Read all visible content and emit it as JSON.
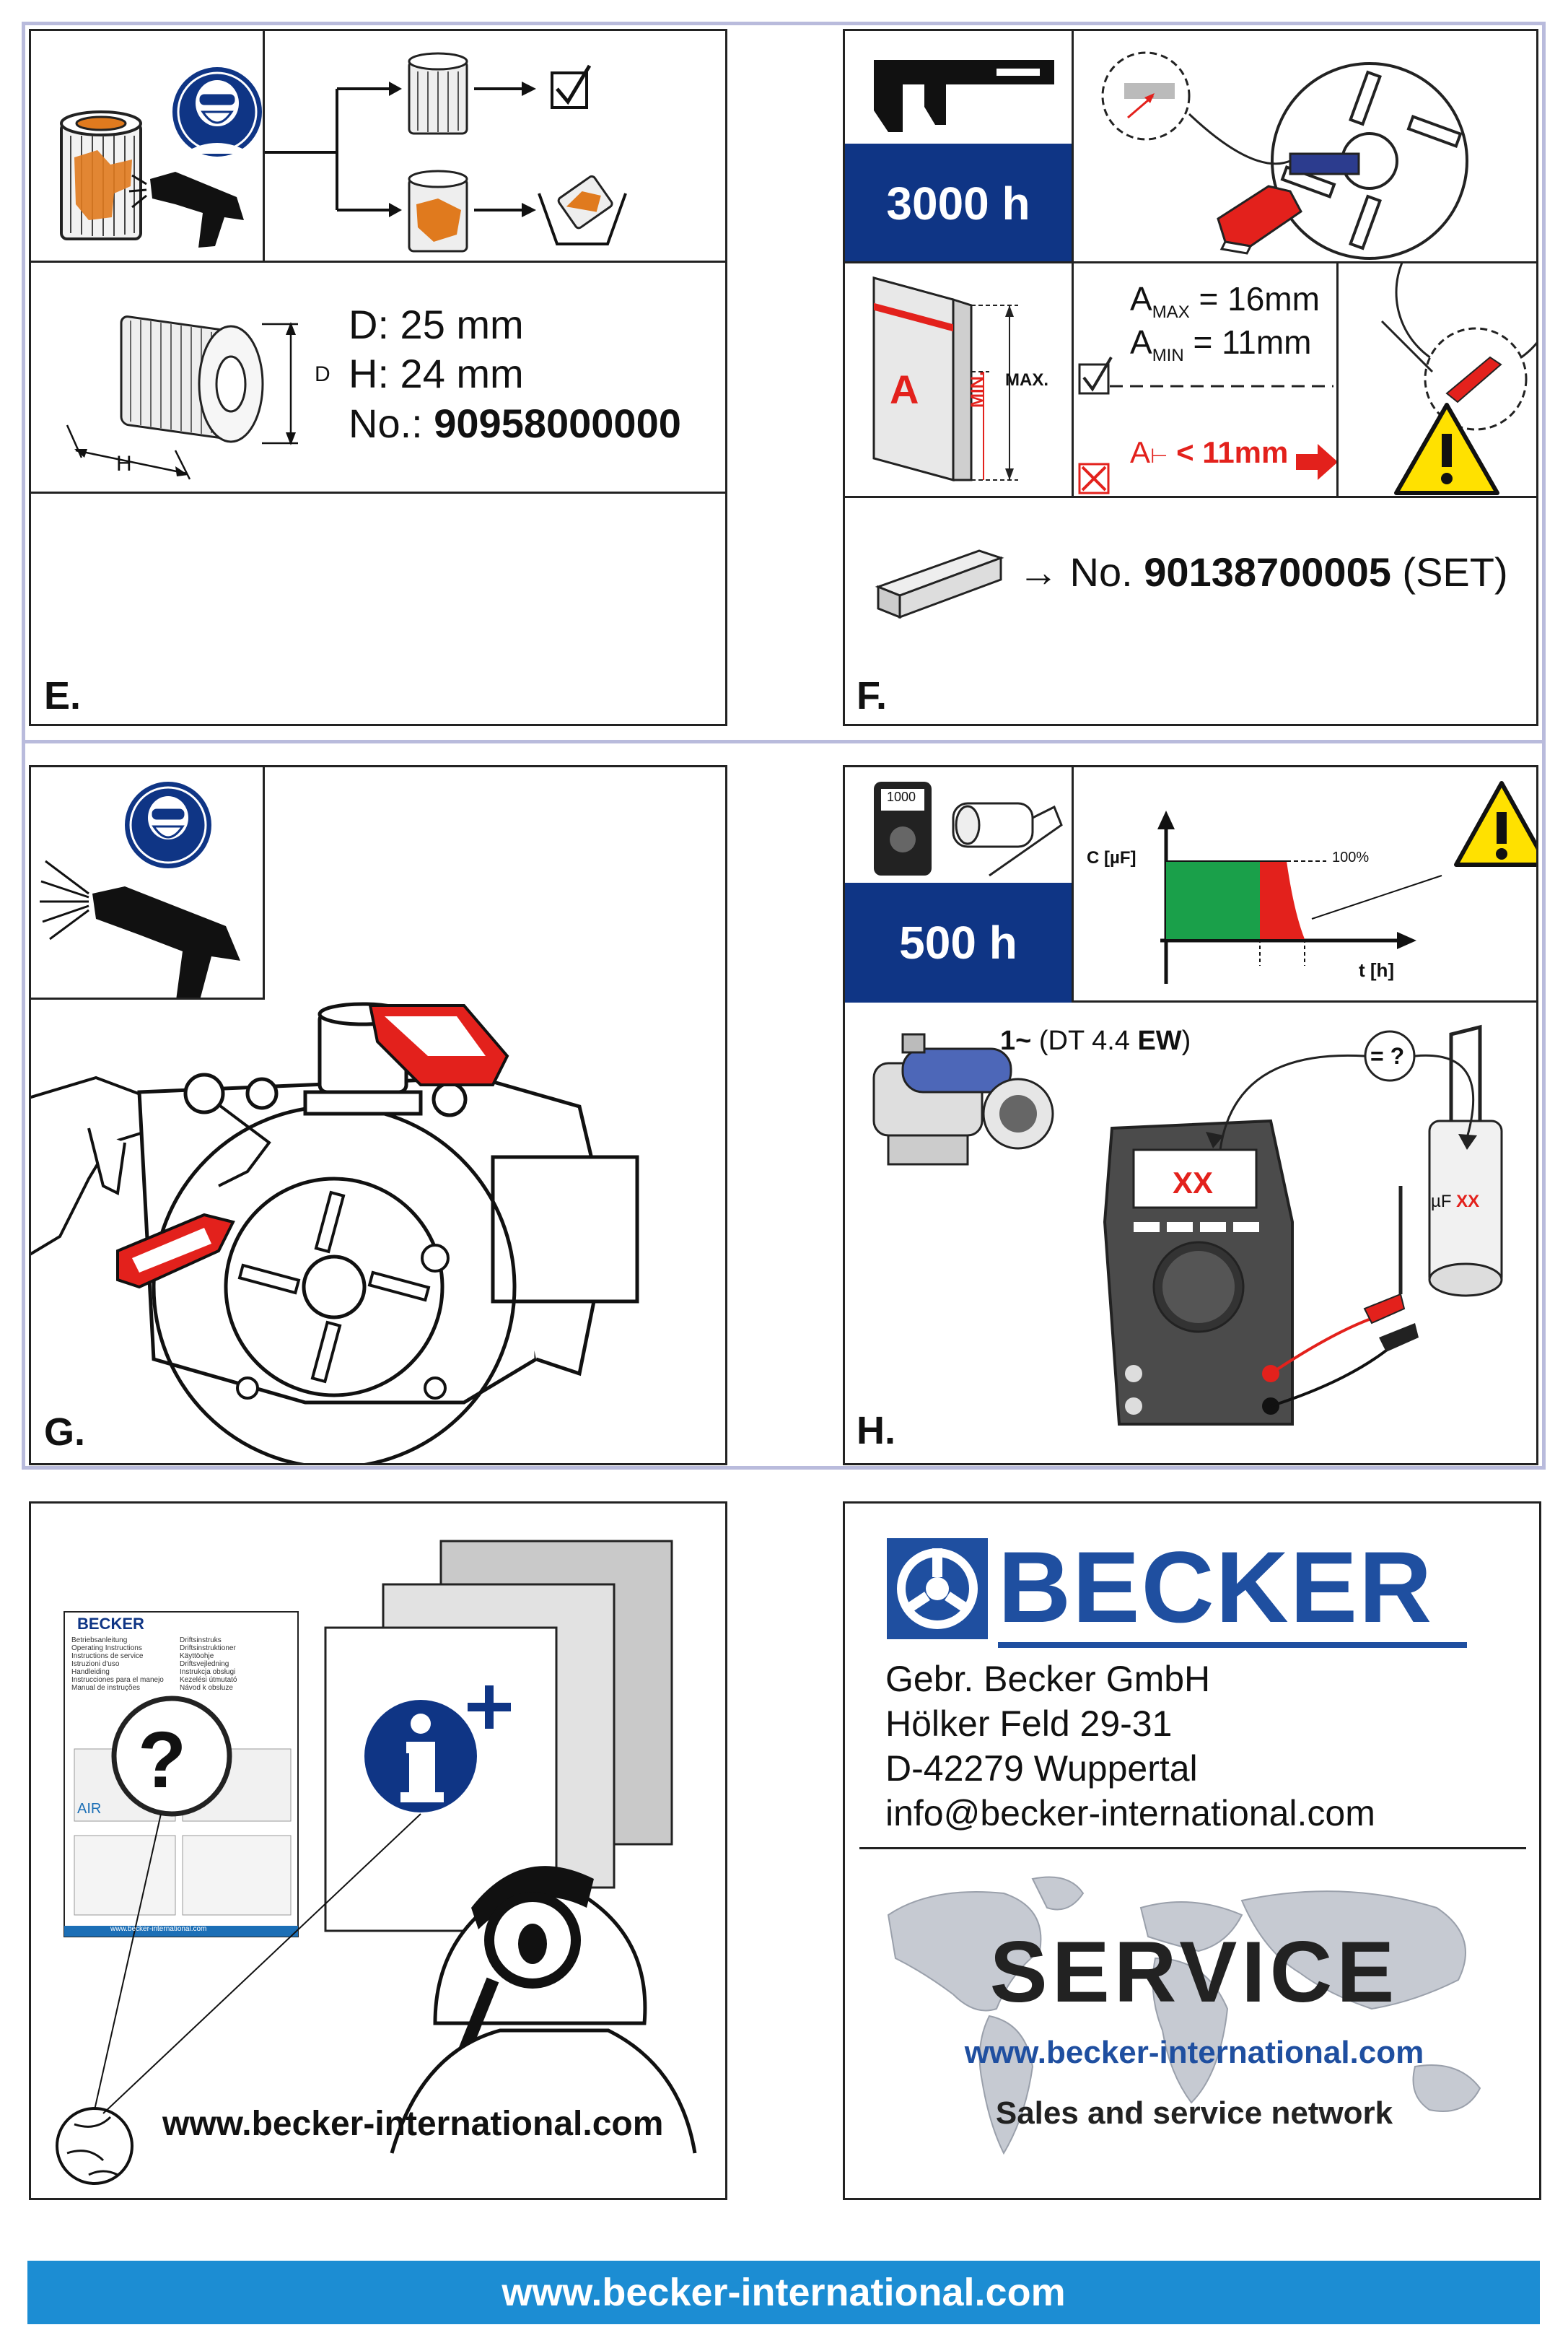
{
  "panelE": {
    "letter": "E.",
    "d_line": "D: 25 mm",
    "h_line": "H: 24 mm",
    "no_label": "No.: ",
    "no_value": "90958000000",
    "dim_d": "D",
    "dim_h": "H"
  },
  "panelF": {
    "letter": "F.",
    "hours": "3000 h",
    "gauge_a": "A",
    "gauge_max": "MAX.",
    "gauge_min": "MIN.",
    "amax_line": "A",
    "amax_sub": "MAX",
    "amax_val": " = 16mm",
    "amin_line": "A",
    "amin_sub": "MIN",
    "amin_val": " = 11mm",
    "alert_a": "A",
    "alert_val": "< 11mm",
    "part_prefix": "→  No. ",
    "part_no": "90138700005",
    "part_suffix": " (SET)"
  },
  "panelG": {
    "letter": "G."
  },
  "panelH": {
    "letter": "H.",
    "hours": "500 h",
    "y_axis": "C [µF]",
    "x_axis": "t [h]",
    "pct": "100%",
    "phase": "1~",
    "model_open": " (DT 4.4 ",
    "model_bold": "EW",
    "model_close": ")",
    "eq": "= ?",
    "meter": "XX",
    "cap_unit": "µF ",
    "cap_xx": "XX",
    "meter_box": "1000"
  },
  "info": {
    "url": "www.becker-international.com",
    "doc_brand": "BECKER",
    "doc_lines": [
      "Betriebsanleitung",
      "Operating Instructions",
      "Instructions de service",
      "Istruzioni d'uso",
      "Handleiding",
      "Instrucciones para el manejo",
      "Manual de instruções"
    ],
    "doc_lines2": [
      "Driftsinstruks",
      "Driftsinstruktioner",
      "Käyttöohje",
      "Driftsvejledning",
      "Instrukcja obsługi",
      "Kezelési útmutató",
      "Návod k obsluze"
    ],
    "doc_air": "AIR",
    "doc_footer": "www.becker-international.com"
  },
  "contact": {
    "brand": "BECKER",
    "company": "Gebr. Becker GmbH",
    "street": "Hölker Feld 29-31",
    "city": "D-42279 Wuppertal",
    "email": "info@becker-international.com",
    "service": "SERVICE",
    "url": "www.becker-international.com",
    "network": "Sales and service network"
  },
  "footer": {
    "url": "www.becker-international.com"
  },
  "colors": {
    "navy": "#0f3585",
    "red": "#e3211c",
    "green": "#1aa04a",
    "yellow": "#ffe100",
    "footer_blue": "#1c8dd3",
    "frame": "#b9bbdc"
  }
}
